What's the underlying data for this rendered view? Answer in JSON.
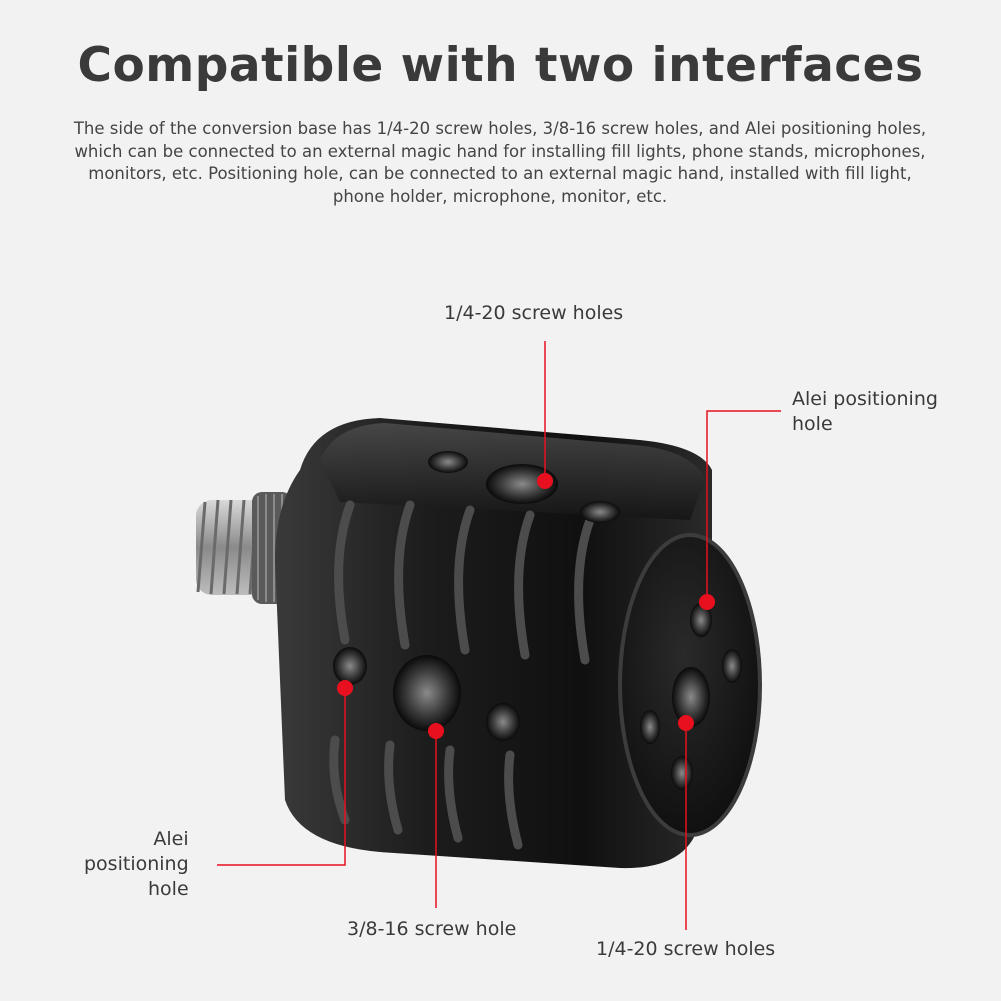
{
  "title": "Compatible with two interfaces",
  "description": "The side of the conversion base has 1/4-20 screw holes, 3/8-16 screw holes, and Alei positioning holes, which can be connected to an external magic hand for installing fill lights, phone stands, microphones, monitors, etc. Positioning hole, can be connected to an external magic hand, installed with fill light, phone holder, microphone, monitor, etc.",
  "labels": {
    "top": "1/4-20 screw holes",
    "alei_right": [
      "Alei positioning",
      "hole"
    ],
    "alei_left": [
      "Alei",
      "positioning",
      "hole"
    ],
    "screw_38": "3/8-16 screw hole",
    "bottom": "1/4-20 screw holes"
  },
  "colors": {
    "background": "#f2f2f2",
    "marker": "#e8101e",
    "body": "#1a1a1a"
  }
}
